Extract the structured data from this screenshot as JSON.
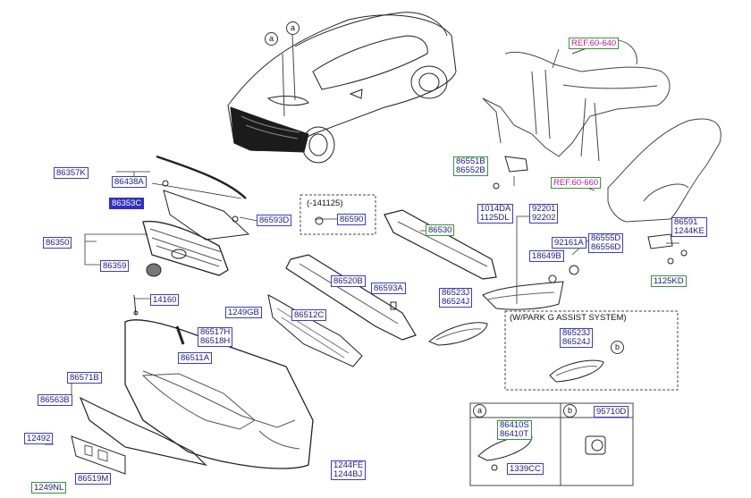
{
  "labels": {
    "l86357K": "86357K",
    "l86438A": "86438A",
    "l86353C": "86353C",
    "l86593D": "86593D",
    "l86350": "86350",
    "l86359": "86359",
    "l141125": "(-141125)",
    "l86590": "86590",
    "l86530": "86530",
    "l86520B": "86520B",
    "l86593A": "86593A",
    "l14160": "14160",
    "l1249GB": "1249GB",
    "l86512C": "86512C",
    "l86517H": "86517H",
    "l86518H": "86518H",
    "l86511A": "86511A",
    "l86571B": "86571B",
    "l86563B": "86563B",
    "l12492": "12492",
    "l1249NL": "1249NL",
    "l86519M": "86519M",
    "l1244FE": "1244FE",
    "l1244BJ": "1244BJ",
    "ref640": "REF.60-640",
    "ref660": "REF.60-660",
    "l86551B": "86551B",
    "l86552B": "86552B",
    "l1014DA": "1014DA",
    "l1125DL": "1125DL",
    "l92201": "92201",
    "l92202": "92202",
    "l92161A": "92161A",
    "l86555D": "86555D",
    "l86556D": "86556D",
    "l86591": "86591",
    "l1244KE": "1244KE",
    "l18649B": "18649B",
    "l1125KD": "1125KD",
    "l86523J": "86523J",
    "l86524J": "86524J",
    "park_title": "(W/PARK G ASSIST SYSTEM)",
    "l86523J_b": "86523J",
    "l86524J_b": "86524J",
    "circle_a": "a",
    "circle_b": "b",
    "l86410S": "86410S",
    "l86410T": "86410T",
    "l1339CC": "1339CC",
    "l95710D": "95710D"
  },
  "colors": {
    "label_text": "#1a1a8c",
    "label_border": "#3b3bd6",
    "green_border": "#2e9a2e",
    "ref_text": "#c0199e",
    "selected_fill": "#2f2fc8"
  }
}
